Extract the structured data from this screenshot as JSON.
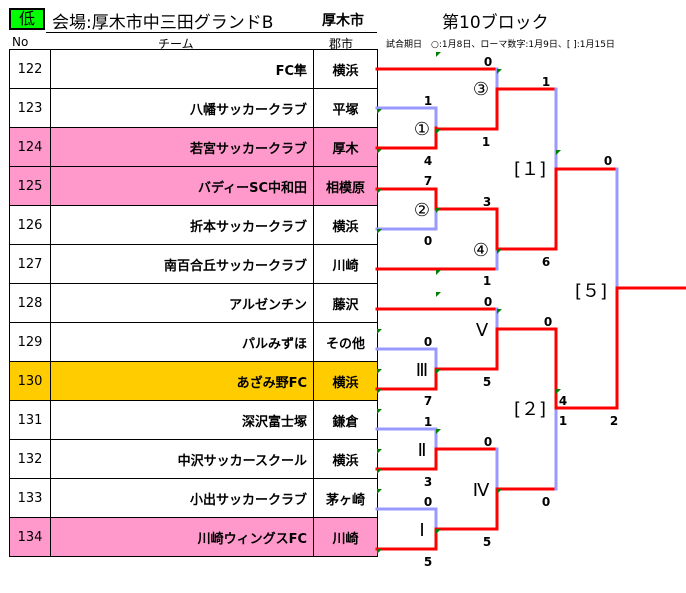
{
  "header": {
    "level": "低",
    "venue": "会場:厚木市中三田グランドB",
    "venue_city": "厚木市",
    "block": "第10ブロック",
    "col_no": "No",
    "col_team": "チーム",
    "col_city": "郡市",
    "legend": "試合期日　○:1月8日、ローマ数字:1月9日、[ ]:1月15日"
  },
  "colors": {
    "pink": "#ff99cc",
    "orange": "#ffcc00",
    "winner": "#ff0000",
    "loser": "#9999ff"
  },
  "teams": [
    {
      "no": "122",
      "name": "FC隼",
      "city": "横浜",
      "hl": ""
    },
    {
      "no": "123",
      "name": "八幡サッカークラブ",
      "city": "平塚",
      "hl": ""
    },
    {
      "no": "124",
      "name": "若宮サッカークラブ",
      "city": "厚木",
      "hl": "pink"
    },
    {
      "no": "125",
      "name": "バディーSC中和田",
      "city": "相模原",
      "hl": "pink"
    },
    {
      "no": "126",
      "name": "折本サッカークラブ",
      "city": "横浜",
      "hl": ""
    },
    {
      "no": "127",
      "name": "南百合丘サッカークラブ",
      "city": "川崎",
      "hl": ""
    },
    {
      "no": "128",
      "name": "アルゼンチン",
      "city": "藤沢",
      "hl": ""
    },
    {
      "no": "129",
      "name": "パルみずほ",
      "city": "その他",
      "hl": ""
    },
    {
      "no": "130",
      "name": "あざみ野FC",
      "city": "横浜",
      "hl": "orange"
    },
    {
      "no": "131",
      "name": "深沢富士塚",
      "city": "鎌倉",
      "hl": ""
    },
    {
      "no": "132",
      "name": "中沢サッカースクール",
      "city": "横浜",
      "hl": ""
    },
    {
      "no": "133",
      "name": "小出サッカークラブ",
      "city": "茅ヶ崎",
      "hl": ""
    },
    {
      "no": "134",
      "name": "川崎ウィングスFC",
      "city": "川崎",
      "hl": "pink"
    }
  ],
  "matches": {
    "m1": {
      "label": "①",
      "top": "1",
      "bottom": "4"
    },
    "m2": {
      "label": "②",
      "top": "7",
      "bottom": "0"
    },
    "m3": {
      "label": "③",
      "top": "0",
      "bottom": "1"
    },
    "m4": {
      "label": "④",
      "top": "3",
      "bottom": "1"
    },
    "r1": {
      "label": "Ⅰ",
      "top": "0",
      "bottom": "5"
    },
    "r2": {
      "label": "Ⅱ",
      "top": "1",
      "bottom": "3"
    },
    "r3": {
      "label": "Ⅲ",
      "top": "0",
      "bottom": "7"
    },
    "r4": {
      "label": "Ⅳ",
      "top": "0",
      "bottom": "5"
    },
    "r5": {
      "label": "Ⅴ",
      "top": "0",
      "bottom": "5"
    },
    "b1": {
      "label": "[１]",
      "top": "1",
      "bottom": "6"
    },
    "b2": {
      "label": "[２]",
      "top": "0",
      "bottom": "0",
      "extra_top": "4",
      "extra_bottom": "1"
    },
    "b5": {
      "label": "[５]",
      "top": "0",
      "bottom": "2"
    }
  }
}
